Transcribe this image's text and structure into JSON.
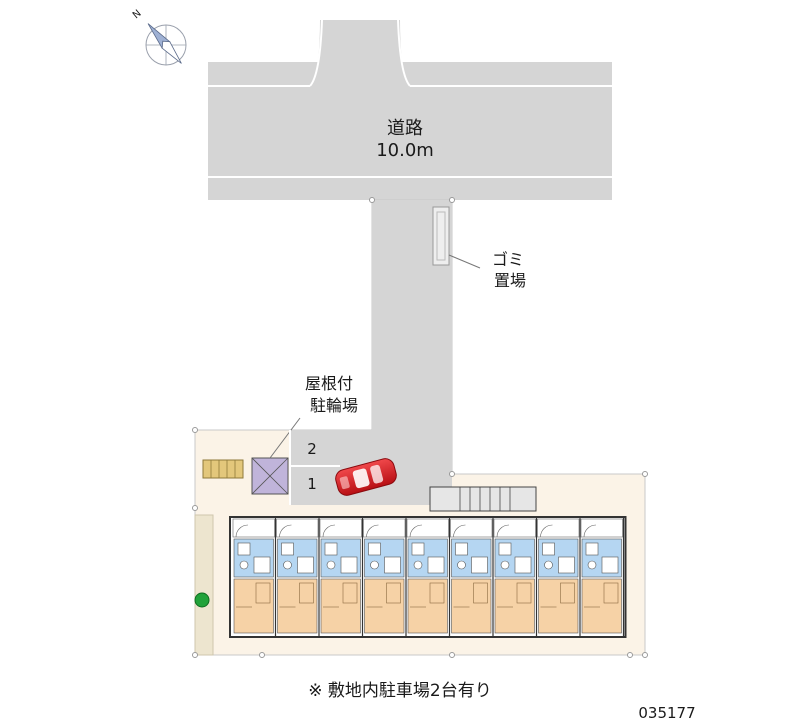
{
  "road": {
    "name": "道路",
    "width": "10.0m"
  },
  "garbage": {
    "line1": "ゴミ",
    "line2": "置場"
  },
  "bike_parking": {
    "line1": "屋根付",
    "line2": "駐輪場"
  },
  "parking_spaces": [
    {
      "number": "2"
    },
    {
      "number": "1"
    }
  ],
  "footer": {
    "note": "※ 敷地内駐車場2台有り",
    "code": "035177"
  },
  "compass": {
    "north_label": "N"
  },
  "colors": {
    "road": "#d5d5d5",
    "site": "#fbf3e7",
    "room_blue": "#b5d6f2",
    "room_peach": "#f6d2a6",
    "car": "#d8161c",
    "bike_roof": "#c0b4da",
    "tree": "#22a23a"
  },
  "building": {
    "unit_count": 9
  }
}
